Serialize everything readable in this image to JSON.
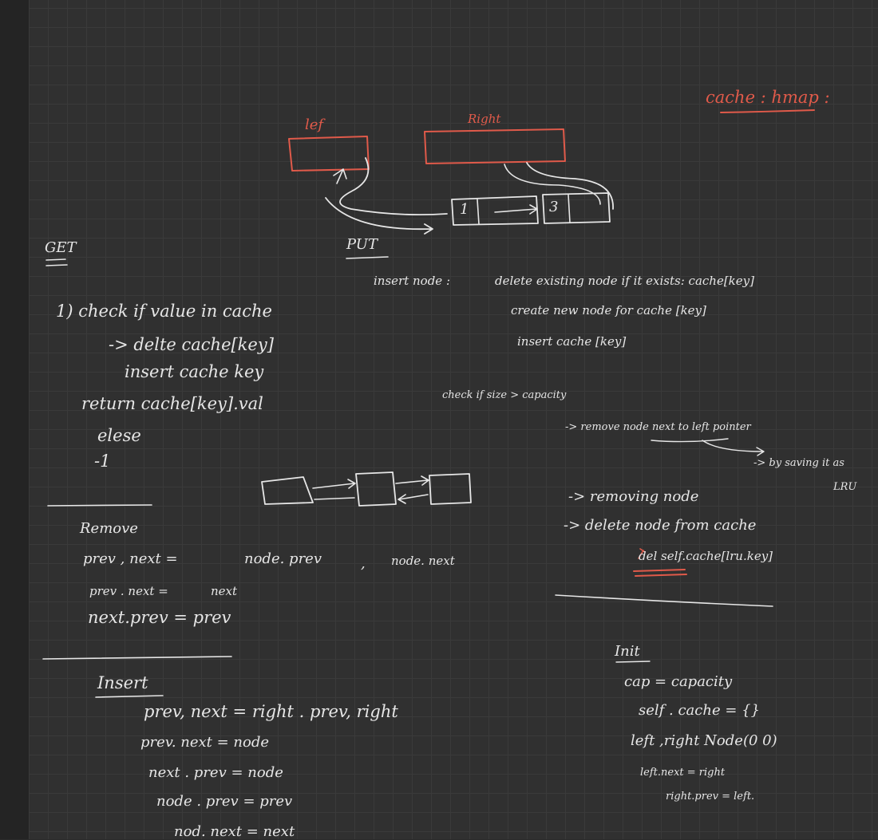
{
  "colors": {
    "background": "#303030",
    "ink": "#e6e6e6",
    "accent": "#e05a4a"
  },
  "top": {
    "cache_hmap": "cache : hmap :",
    "left_label": "lef",
    "right_label": "Right",
    "node_a": "1",
    "node_b": "3"
  },
  "get": {
    "heading": "GET",
    "step1": "1) check if value in cache",
    "delete": "-> delte cache[key]",
    "insert": "insert cache key",
    "return": "return cache[key].val",
    "else": "elese",
    "minus_one": "-1"
  },
  "put": {
    "heading": "PUT",
    "insert_node": "insert node :",
    "delete_existing": "delete existing node if it exists: cache[key]",
    "create_new": "create new node for cache [key]",
    "insert_cache": "insert cache [key]",
    "check_size": "check if size > capacity",
    "remove_next": "-> remove node next to left pointer",
    "by_saving": "-> by saving it as",
    "lru": "LRU",
    "removing_node": "-> removing node",
    "delete_from_cache": "-> delete node from cache",
    "del_stmt": "del self.cache[lru.key]"
  },
  "remove": {
    "heading": "Remove",
    "line1_left": "prev , next =",
    "line1_mid": "node. prev",
    "line1_comma": ",",
    "line1_right": "node. next",
    "line2_left": "prev . next =",
    "line2_right": "next",
    "line3": "next.prev = prev"
  },
  "insert": {
    "heading": "Insert",
    "line1": "prev, next = right . prev, right",
    "line2": "prev. next = node",
    "line3": "next . prev = node",
    "line4": "node . prev = prev",
    "line5": "nod. next = next"
  },
  "init": {
    "heading": "Init",
    "line1": "cap = capacity",
    "line2": "self . cache = {}",
    "line3": "left ,right Node(0 0)",
    "line4": "left.next = right",
    "line5": "right.prev = left."
  }
}
